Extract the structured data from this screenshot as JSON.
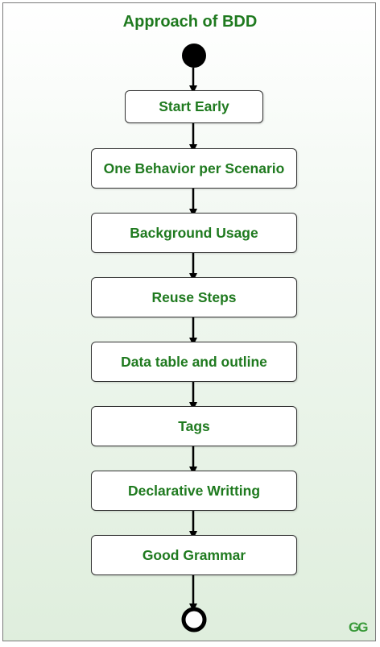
{
  "diagram": {
    "title": "Approach of BDD",
    "steps": [
      "Start Early",
      "One Behavior per Scenario",
      "Background Usage",
      "Reuse Steps",
      "Data table and outline",
      "Tags",
      "Declarative Writting",
      "Good Grammar"
    ]
  },
  "logo": {
    "text": "GG"
  },
  "colors": {
    "text": "#1f7a1f",
    "border": "#333333",
    "node": "#000000"
  }
}
